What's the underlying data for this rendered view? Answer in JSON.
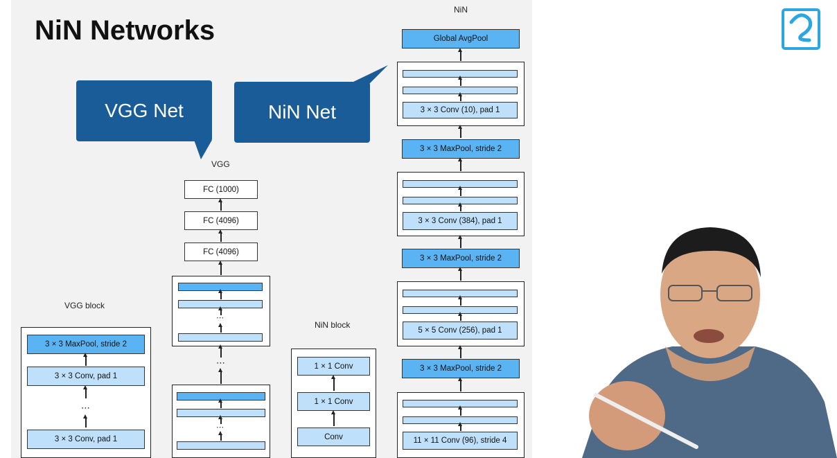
{
  "slide": {
    "title": "NiN Networks",
    "callout_vgg": "VGG Net",
    "callout_nin": "NiN Net"
  },
  "vgg_block": {
    "label": "VGG block",
    "maxpool": "3 × 3 MaxPool, stride 2",
    "conv_top": "3 × 3 Conv, pad 1",
    "dots": "⋯",
    "conv_bottom": "3 × 3 Conv, pad 1"
  },
  "vgg": {
    "label": "VGG",
    "fc1000": "FC (1000)",
    "fc4096_top": "FC (4096)",
    "fc4096_bottom": "FC (4096)",
    "dots": "⋯"
  },
  "nin_block": {
    "label": "NiN block",
    "conv1x1_top": "1 × 1 Conv",
    "conv1x1_bottom": "1 × 1 Conv",
    "conv": "Conv"
  },
  "nin": {
    "label": "NiN",
    "global_avgpool": "Global AvgPool",
    "conv10": "3 × 3 Conv (10), pad 1",
    "maxpool3": "3 × 3 MaxPool, stride 2",
    "conv384": "3 × 3 Conv (384), pad 1",
    "maxpool2": "3 × 3 MaxPool, stride 2",
    "conv256": "5 × 5 Conv (256), pad 1",
    "maxpool1": "3 × 3 MaxPool, stride 2",
    "conv96": "11 × 11 Conv (96), stride 4"
  },
  "colors": {
    "callout": "#1a5c98",
    "layer_dark": "#5ab3f2",
    "layer_light": "#bfe0fa",
    "slide_bg": "#f2f2f2"
  },
  "icons": {
    "watermark": "bilibili-logo-icon"
  }
}
